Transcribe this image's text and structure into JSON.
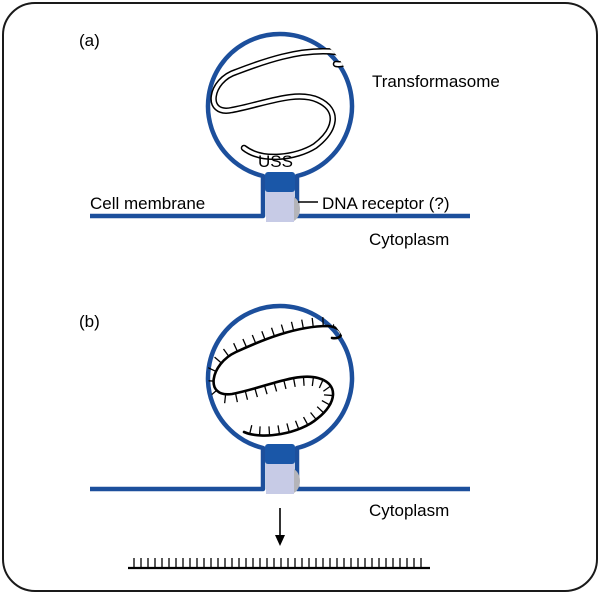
{
  "panels": {
    "a": {
      "label": "(a)",
      "transformasome_label": "Transformasome",
      "uss_label": "USS",
      "membrane_label": "Cell membrane",
      "receptor_label": "DNA receptor (?)",
      "cytoplasm_label": "Cytoplasm"
    },
    "b": {
      "label": "(b)",
      "cytoplasm_label": "Cytoplasm"
    }
  },
  "colors": {
    "membrane_blue": "#1c4f9c",
    "uss_block": "#1a57a8",
    "receptor_fill": "#c7cbe6",
    "receptor_shadow": "#b4b4b9",
    "frame": "#1a1a1a",
    "dna": "#000000"
  }
}
